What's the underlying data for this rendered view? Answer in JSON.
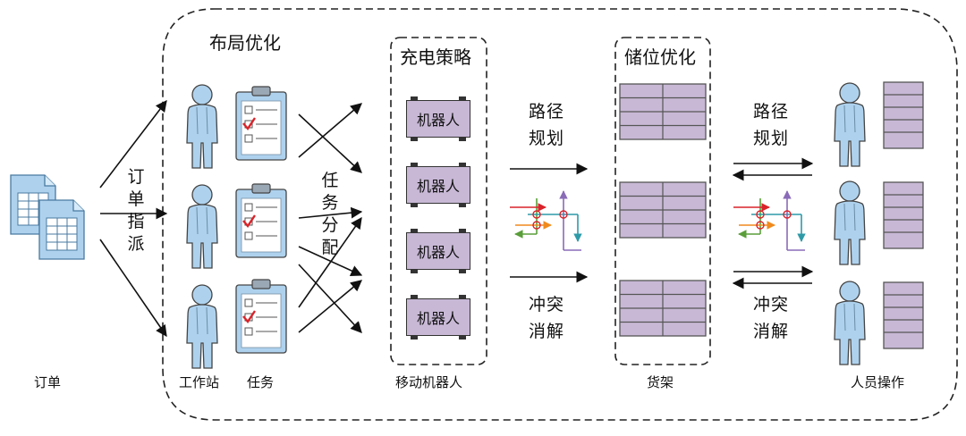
{
  "regions": {
    "layout": "布局优化",
    "charging": "充电策略",
    "storage": "储位优化"
  },
  "flow_labels": {
    "order_dispatch": "订单指派",
    "task_assign": "任务分配",
    "path_planning_1": "路径规划",
    "conflict_resolve_1": "冲突消解",
    "path_planning_2": "路径规划",
    "conflict_resolve_2": "冲突消解"
  },
  "robots": [
    "机器人",
    "机器人",
    "机器人",
    "机器人"
  ],
  "bottom_labels": {
    "orders": "订单",
    "workstation": "工作站",
    "tasks": "任务",
    "mobile_robot": "移动机器人",
    "shelf": "货架",
    "operator": "人员操作"
  },
  "colors": {
    "figure_fill": "#aed2ee",
    "clipboard_fill": "#aed2ee",
    "shelf_fill": "#c8b8d6",
    "robot_fill": "#c8b8d6",
    "check_red": "#d9232a",
    "route_green": "#5a9e3a",
    "route_orange": "#f08a1d",
    "route_teal": "#2e9aa8",
    "route_purple": "#8a6bb8"
  }
}
